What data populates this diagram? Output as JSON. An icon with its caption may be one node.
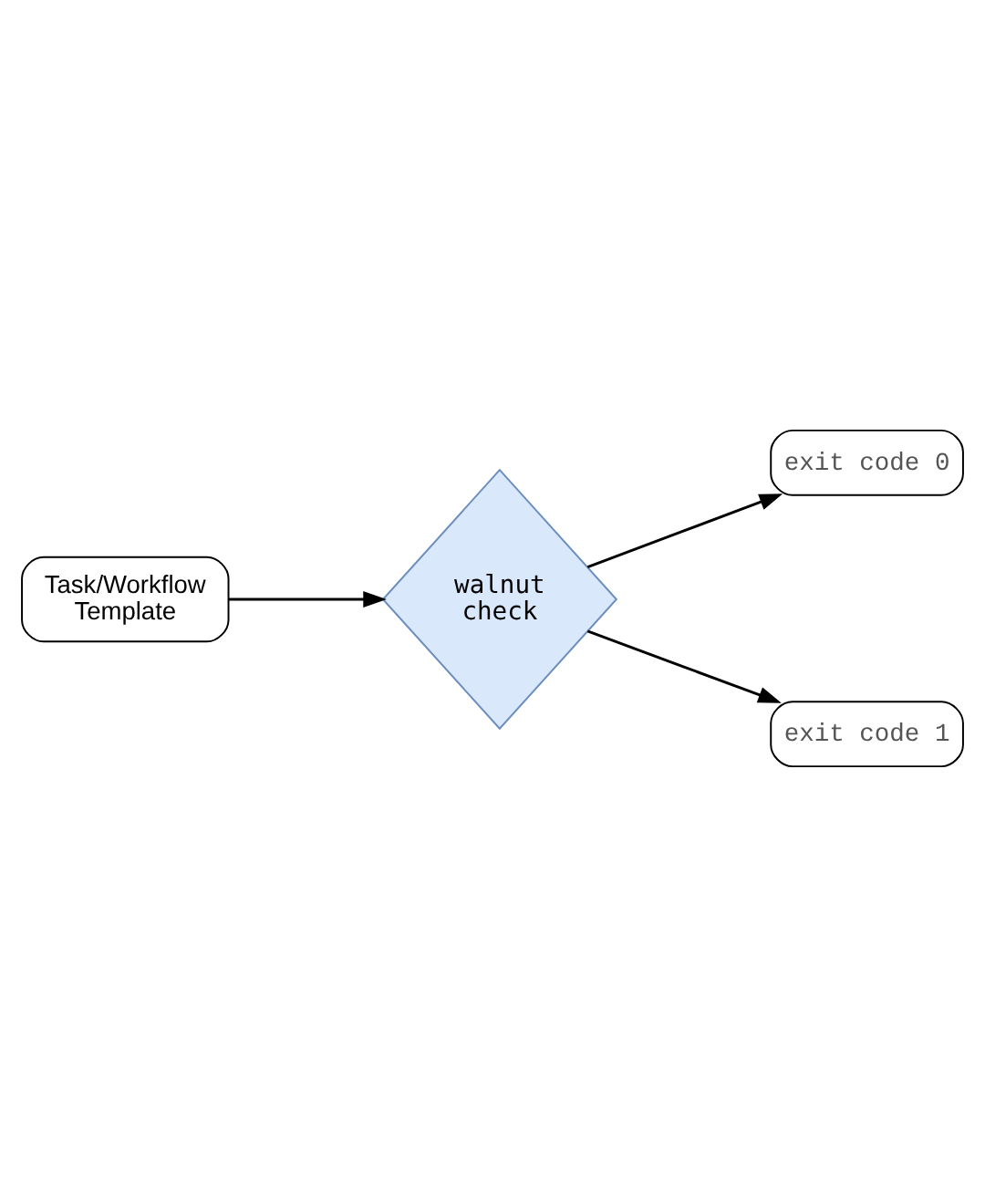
{
  "diagram": {
    "nodes": [
      {
        "text": [
          "Task/Workflow Template"
        ]
      },
      {
        "text": [
          "walnut check"
        ]
      },
      {
        "text": [
          "exit code 0"
        ]
      },
      {
        "text": [
          "exit code 1"
        ]
      }
    ],
    "edges": [
      {
        "from": 0,
        "to": 1,
        "arrow": "to"
      },
      {
        "from": 1,
        "to": 2,
        "arrow": "to"
      },
      {
        "from": 1,
        "to": 3,
        "arrow": "to"
      }
    ]
  }
}
